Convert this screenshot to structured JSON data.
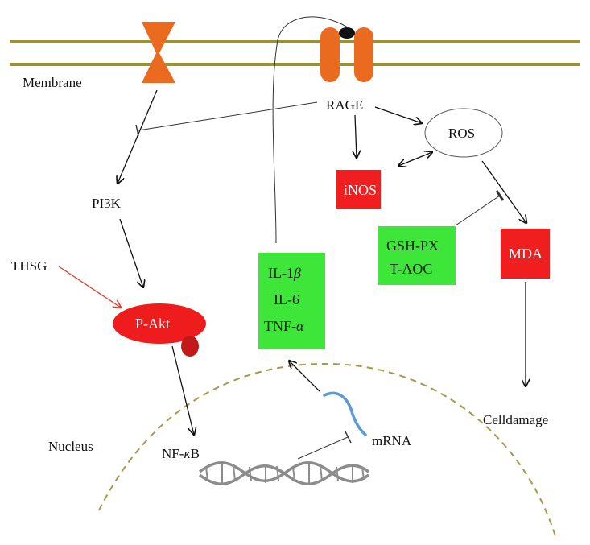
{
  "colors": {
    "membrane": "#9a9236",
    "channel": "#ea6a1f",
    "receptor_top": "#111111",
    "red_box": "#f01e1e",
    "green_box": "#3ee63a",
    "akt": "#ee1c1c",
    "akt_small": "#c21818",
    "thsg_arrow": "#e33b2a",
    "mrna": "#5b9bd5",
    "nucleus": "#a89848",
    "dna": "#8c8c8c"
  },
  "labels": {
    "membrane": "Membrane",
    "rage": "RAGE",
    "ros": "ROS",
    "inos": "iNOS",
    "pi3k": "PI3K",
    "gsh_px": "GSH-PX",
    "t_aoc": "T-AOC",
    "mda": "MDA",
    "thsg": "THSG",
    "p_akt": "P-Akt",
    "il1_prefix": "IL-1",
    "beta": "β",
    "il6": "IL-6",
    "tnf_prefix": "TNF-",
    "alpha": "α",
    "celldamage": "Celldamage",
    "nucleus": "Nucleus",
    "nfkb_prefix": "NF-",
    "kappa": "κ",
    "nfkb_suffix": "B",
    "mrna": "mRNA"
  },
  "icons": {
    "channel": "ion-channel-icon",
    "receptor": "rage-receptor-icon",
    "dna": "dna-helix-icon",
    "mrna": "mrna-strand-icon"
  }
}
